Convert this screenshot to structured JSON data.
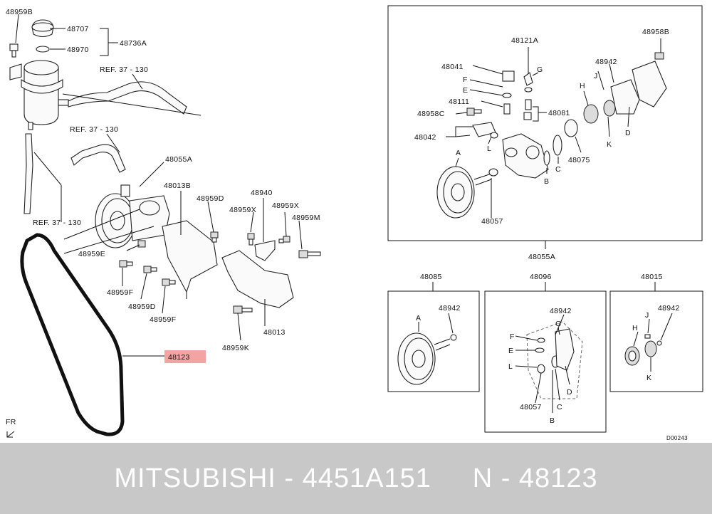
{
  "diagram": {
    "callouts": {
      "c48959B": "48959B",
      "c48707": "48707",
      "c48970": "48970",
      "c48736A": "48736A",
      "ref1": "REF. 37 - 130",
      "ref2": "REF. 37 - 130",
      "ref3": "REF. 37 - 130",
      "c48055A_left": "48055A",
      "c48013B": "48013B",
      "c48959D_a": "48959D",
      "c48940": "48940",
      "c48959X_a": "48959X",
      "c48959X_b": "48959X",
      "c48959M": "48959M",
      "c48959E": "48959E",
      "c48959F_a": "48959F",
      "c48959D_b": "48959D",
      "c48959F_b": "48959F",
      "c48013": "48013",
      "c48959K": "48959K",
      "c48123": "48123",
      "fr": "FR",
      "b48121A": "48121A",
      "b48958B": "48958B",
      "b48041": "48041",
      "bF": "F",
      "bG": "G",
      "bE": "E",
      "b48942": "48942",
      "bJ": "J",
      "bH": "H",
      "b48111": "48111",
      "b48958C": "48958C",
      "b48081": "48081",
      "b48042": "48042",
      "bL": "L",
      "bA": "A",
      "bC": "C",
      "bK": "K",
      "bD": "D",
      "b48075": "48075",
      "bB": "B",
      "b48057": "48057",
      "b48055A": "48055A",
      "k48085": "48085",
      "k48096": "48096",
      "k48015": "48015",
      "kA": "A",
      "k48942_a": "48942",
      "k48942_b": "48942",
      "kF": "F",
      "kG": "G",
      "kE": "E",
      "kL": "L",
      "k48057": "48057",
      "kC": "C",
      "kD": "D",
      "kB": "B",
      "k48942_c": "48942",
      "kJ": "J",
      "kH": "H",
      "kK": "K",
      "code": "D00243"
    },
    "highlight_color": "#f4a3a3"
  },
  "footer": {
    "text": "MITSUBISHI - 4451A151     N - 48123"
  }
}
